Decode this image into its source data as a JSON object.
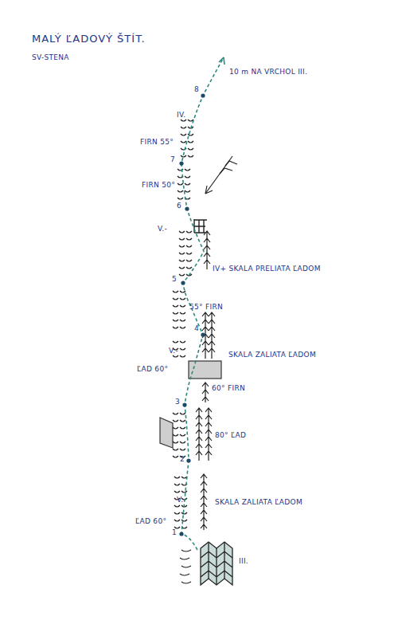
{
  "diagram": {
    "title": "MALÝ ĽADOVÝ ŠTÍT.",
    "labels": [
      "SV-STENA",
      "10 m NA VRCHOL III.",
      "8",
      "IV.",
      "FIRN 55°",
      "7",
      "FIRN 50°",
      "6",
      "V.-",
      "IV+ SKALA PRELIATA ĽADOM",
      "5",
      "55° FIRN",
      "4",
      "V.-",
      "SKALA ZALIATA ĽADOM",
      "ĽAD 60°",
      "3",
      "60° FIRN",
      "80° ĽAD",
      "2",
      "V.",
      "SKALA ZALIATA ĽADOM",
      "ĽAD 60°",
      "1",
      "III."
    ]
  }
}
